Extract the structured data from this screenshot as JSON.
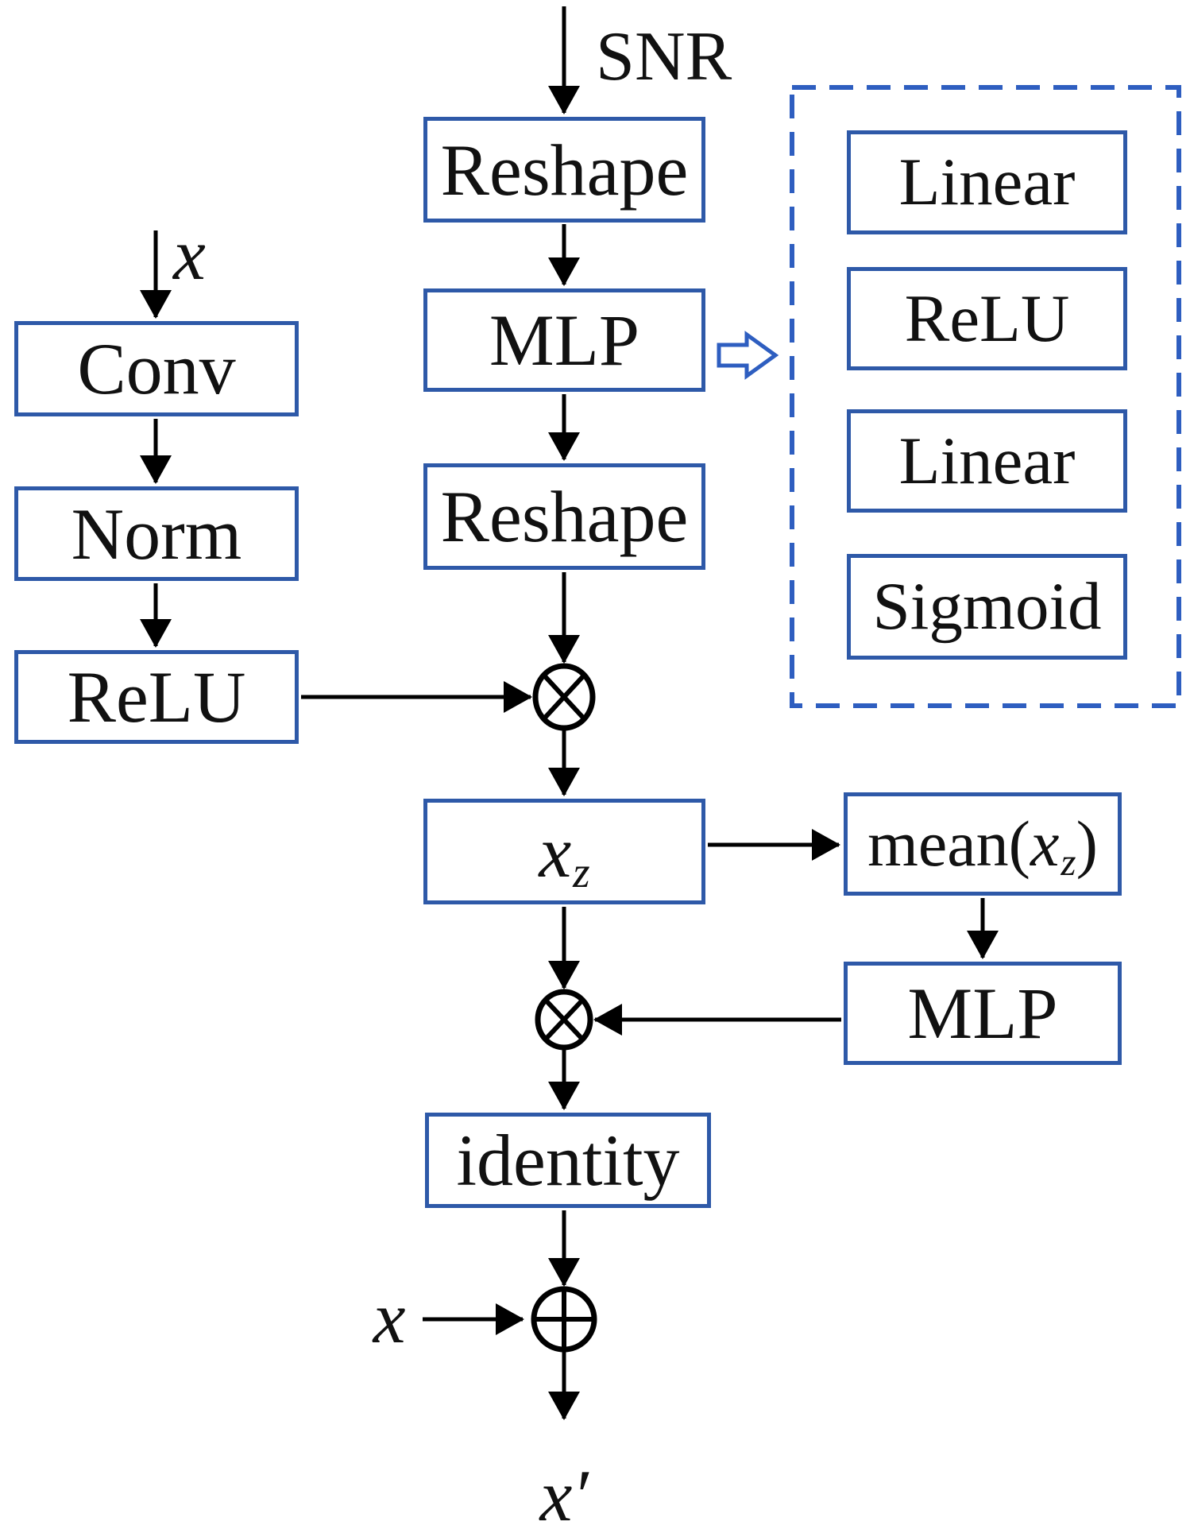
{
  "figure": {
    "type": "neural-network-block-diagram",
    "labels": {
      "snr": "SNR",
      "input_x_top": "x",
      "input_x_residual": "x",
      "output_x_prime": "x′"
    },
    "nodes": {
      "reshape_top": "Reshape",
      "mlp_main": "MLP",
      "reshape_bottom": "Reshape",
      "conv": "Conv",
      "norm": "Norm",
      "relu": "ReLU",
      "xz": {
        "base": "x",
        "sub": "z"
      },
      "mean_xz": {
        "prefix": "mean(",
        "base": "x",
        "sub": "z",
        "suffix": ")"
      },
      "mlp_side": "MLP",
      "identity": "identity"
    },
    "mlp_expansion": {
      "items": [
        "Linear",
        "ReLU",
        "Linear",
        "Sigmoid"
      ]
    },
    "operators": {
      "elementwise_multiply": "⊗",
      "elementwise_add": "⊕"
    },
    "colors": {
      "box_border": "#2E59A8",
      "dashed_border": "#2E5EC0",
      "line": "#000000",
      "text": "#111111",
      "background": "#FFFFFF"
    }
  }
}
